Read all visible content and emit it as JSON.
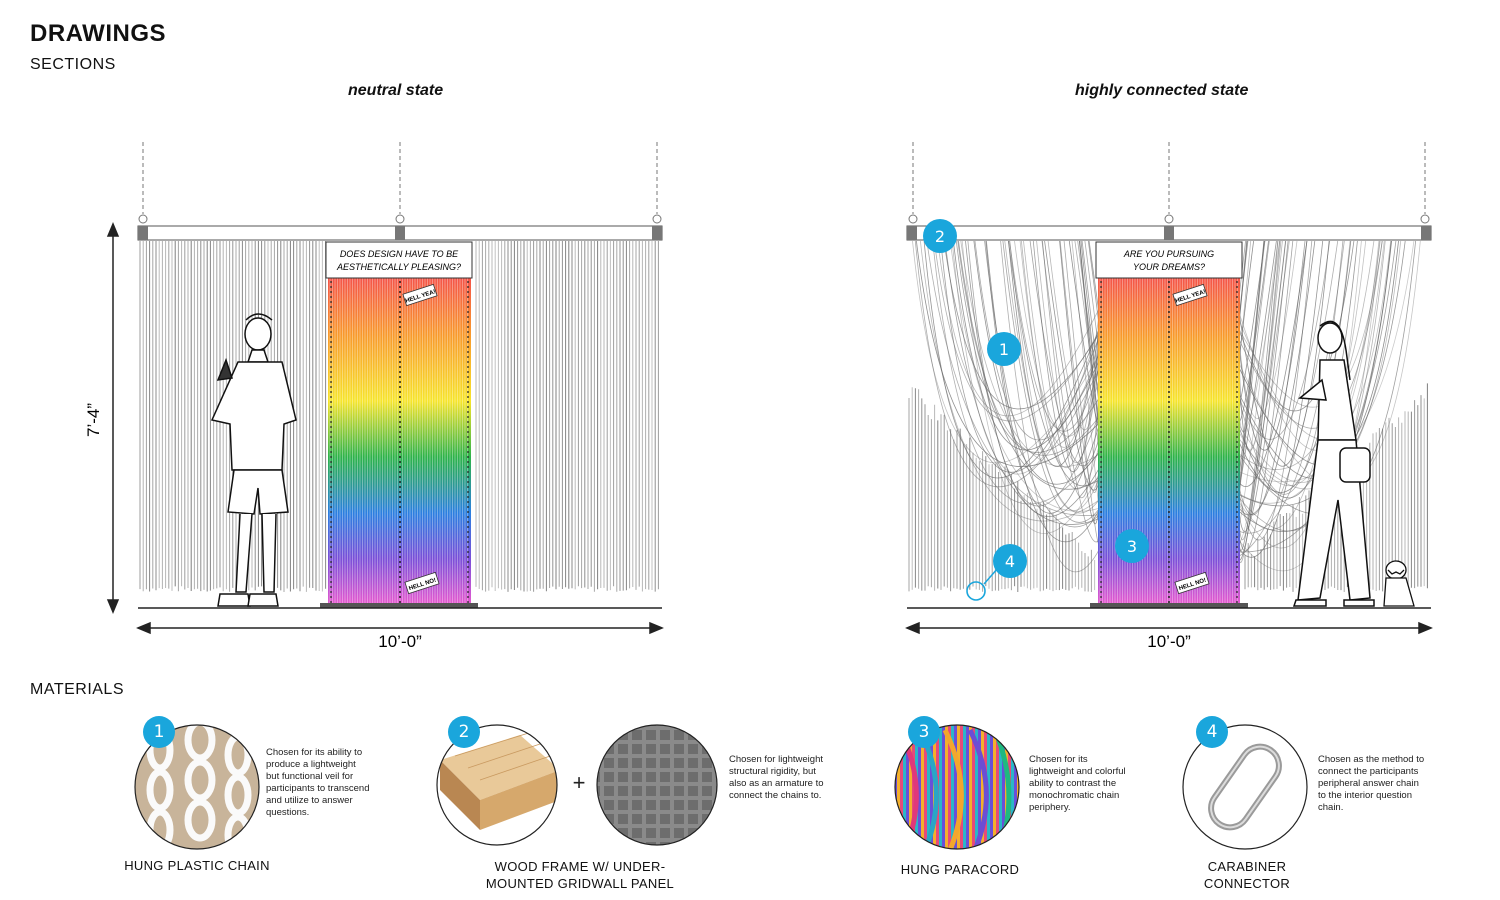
{
  "header": {
    "title": "DRAWINGS",
    "subtitle": "SECTIONS"
  },
  "sections": {
    "left": {
      "state_label": "neutral state",
      "sign_line1": "DOES DESIGN HAVE TO BE",
      "sign_line2": "AESTHETICALLY PLEASING?",
      "tag_top": "HELL YEA!",
      "tag_bottom": "HELL NO!",
      "height_dim": "7’-4”",
      "width_dim": "10’-0”"
    },
    "right": {
      "state_label": "highly connected state",
      "sign_line1": "ARE YOU PURSUING",
      "sign_line2": "YOUR DREAMS?",
      "tag_top": "HELL YEA!",
      "tag_bottom": "HELL NO!",
      "width_dim": "10’-0”",
      "callouts": [
        "1",
        "2",
        "3",
        "4"
      ]
    }
  },
  "materials": {
    "heading": "MATERIALS",
    "items": [
      {
        "number": "1",
        "name_line1": "HUNG PLASTIC CHAIN",
        "name_line2": "",
        "description": [
          "Chosen for its ability to",
          "produce a lightweight",
          "but functional veil for",
          "participants to transcend",
          "and utilize to answer",
          "questions."
        ]
      },
      {
        "number": "2",
        "name_line1": "WOOD FRAME W/ UNDER-",
        "name_line2": "MOUNTED GRIDWALL PANEL",
        "description": [
          "Chosen for lightweight",
          "structural rigidity, but",
          "also as an armature to",
          "connect the chains to."
        ]
      },
      {
        "number": "3",
        "name_line1": "HUNG PARACORD",
        "name_line2": "",
        "description": [
          "Chosen for its",
          "lightweight and colorful",
          "ability to contrast the",
          "monochromatic chain",
          "periphery."
        ]
      },
      {
        "number": "4",
        "name_line1": "CARABINER",
        "name_line2": "CONNECTOR",
        "description": [
          "Chosen as the method to",
          "connect the participants",
          "peripheral answer chain",
          "to the interior question",
          "chain."
        ]
      }
    ],
    "plus_sign": "+"
  },
  "colors": {
    "accent": "#1aa6dc",
    "rainbow": [
      "#f4524a",
      "#f89a2c",
      "#f7e52c",
      "#2db34a",
      "#2b7fe0",
      "#7a4fd8",
      "#e85ad0"
    ],
    "line": "#555555"
  }
}
